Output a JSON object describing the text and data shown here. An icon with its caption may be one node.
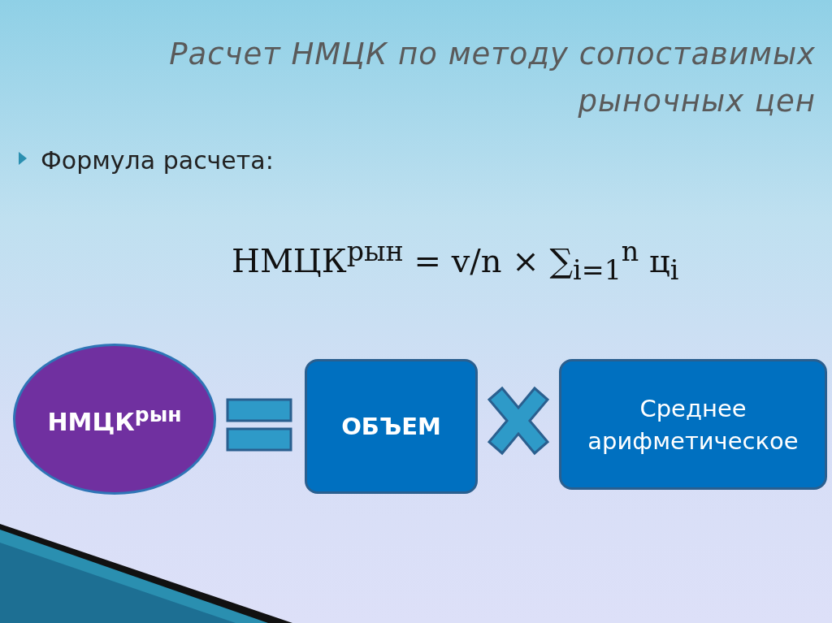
{
  "diagram": {
    "title": "Расчет НМЦК по методу сопоставимых рыночных цен",
    "nodes": [
      {
        "text": [
          "НМЦК$^{рын}$"
        ]
      },
      {
        "text": [
          "ОБЪЕМ"
        ]
      },
      {
        "text": [
          "Среднее арифметическое"
        ]
      }
    ],
    "labels": [
      "Формула расчета:",
      "НМЦК$^{рын}$ = v/n × ∑$_{i=1}$$^{n}$ ц$_{i}$"
    ]
  }
}
